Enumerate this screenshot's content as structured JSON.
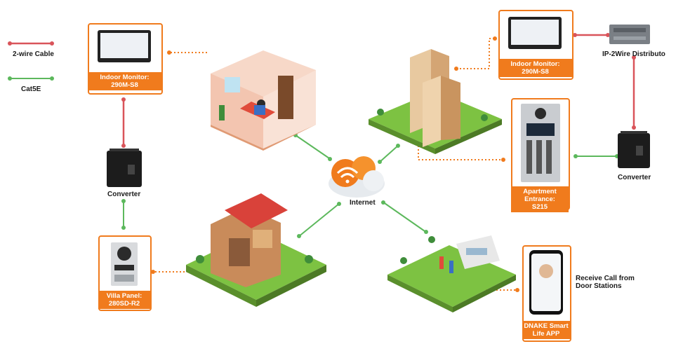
{
  "legend": {
    "two_wire": "2-wire Cable",
    "cat5e": "Cat5E",
    "colors": {
      "two_wire": "#d9545a",
      "cat5e": "#5cb85c"
    }
  },
  "devices": {
    "indoor_monitor_left": {
      "line1": "Indoor Monitor:",
      "line2": "290M-S8"
    },
    "indoor_monitor_right": {
      "line1": "Indoor Monitor:",
      "line2": "290M-S8"
    },
    "converter_left": "Converter",
    "converter_right": "Converter",
    "villa_panel": {
      "line1": "Villa Panel:",
      "line2": "280SD-R2"
    },
    "apartment_entrance": {
      "line1": "Apartment Entrance:",
      "line2": "S215"
    },
    "distributor": "IP-2Wire Distributo",
    "smart_app": {
      "line1": "DNAKE Smart",
      "line2": "Life APP"
    },
    "receive_call": {
      "line1": "Receive Call from",
      "line2": "Door Stations"
    }
  },
  "cloud": {
    "label": "Internet",
    "icon": "wifi-icon"
  },
  "colors": {
    "accent": "#f07b1d",
    "grass": "#7dc242",
    "dark_device": "#1c1c1c"
  }
}
